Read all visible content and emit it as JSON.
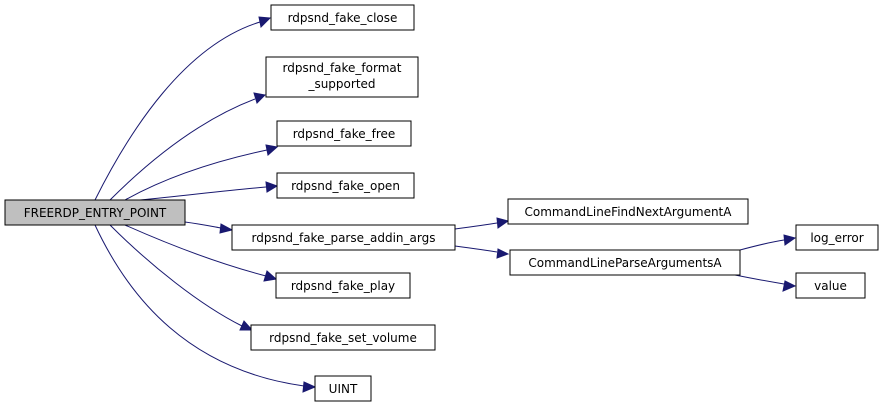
{
  "colors": {
    "edge": "#191970",
    "node_fill": "#ffffff",
    "root_fill": "#bfbfbf",
    "border": "#000000"
  },
  "nodes": {
    "root": "FREERDP_ENTRY_POINT",
    "close": "rdpsnd_fake_close",
    "format_line1": "rdpsnd_fake_format",
    "format_line2": "_supported",
    "free": "rdpsnd_fake_free",
    "open": "rdpsnd_fake_open",
    "parse_args": "rdpsnd_fake_parse_addin_args",
    "play": "rdpsnd_fake_play",
    "set_volume": "rdpsnd_fake_set_volume",
    "uint": "UINT",
    "find_next": "CommandLineFindNextArgumentA",
    "parse_arguments": "CommandLineParseArgumentsA",
    "log_error": "log_error",
    "value": "value"
  }
}
